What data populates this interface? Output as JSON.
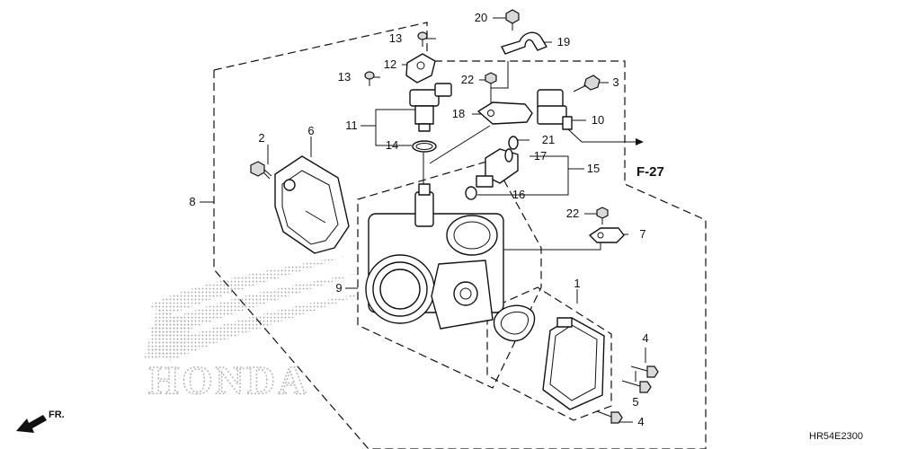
{
  "diagram": {
    "callouts": [
      {
        "id": "c1",
        "text": "1"
      },
      {
        "id": "c2",
        "text": "2"
      },
      {
        "id": "c3",
        "text": "3"
      },
      {
        "id": "c4a",
        "text": "4"
      },
      {
        "id": "c4b",
        "text": "4"
      },
      {
        "id": "c5",
        "text": "5"
      },
      {
        "id": "c6",
        "text": "6"
      },
      {
        "id": "c7",
        "text": "7"
      },
      {
        "id": "c8",
        "text": "8"
      },
      {
        "id": "c9",
        "text": "9"
      },
      {
        "id": "c10",
        "text": "10"
      },
      {
        "id": "c11",
        "text": "11"
      },
      {
        "id": "c12",
        "text": "12"
      },
      {
        "id": "c13a",
        "text": "13"
      },
      {
        "id": "c13b",
        "text": "13"
      },
      {
        "id": "c14",
        "text": "14"
      },
      {
        "id": "c15",
        "text": "15"
      },
      {
        "id": "c16",
        "text": "16"
      },
      {
        "id": "c17",
        "text": "17"
      },
      {
        "id": "c18",
        "text": "18"
      },
      {
        "id": "c19",
        "text": "19"
      },
      {
        "id": "c20",
        "text": "20"
      },
      {
        "id": "c21",
        "text": "21"
      },
      {
        "id": "c22a",
        "text": "22"
      },
      {
        "id": "c22b",
        "text": "22"
      }
    ],
    "reference": "F-27",
    "front_marker": "FR.",
    "diagram_code": "HR54E2300",
    "watermark": "HONDA"
  }
}
